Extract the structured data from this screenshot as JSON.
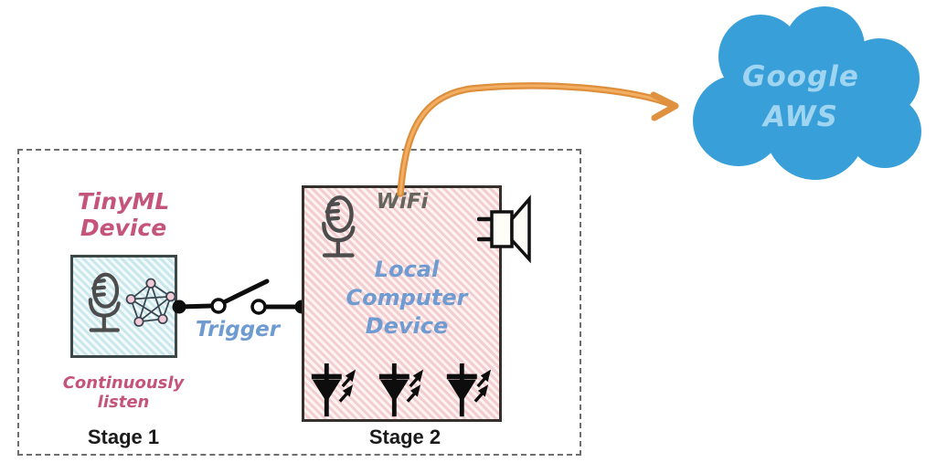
{
  "stage1": {
    "title_line1": "TinyML",
    "title_line2": "Device",
    "caption_line1": "Continuously",
    "caption_line2": "listen",
    "stage_label": "Stage 1"
  },
  "trigger": {
    "label": "Trigger"
  },
  "stage2": {
    "wifi_label": "WiFi",
    "title_line1": "Local",
    "title_line2": "Computer",
    "title_line3": "Device",
    "stage_label": "Stage 2"
  },
  "cloud": {
    "line1": "Google",
    "line2": "AWS"
  },
  "colors": {
    "cloud_fill": "#389FD9",
    "cloud_text": "#9FD5F1",
    "rose_text": "#C4547A",
    "blue_text": "#6F9BD1",
    "wifi_text": "#66655E",
    "stage_text": "#1B1B1B",
    "arrow_orange": "#E29040",
    "teal_box_hatch": "#C9E7EC",
    "pink_box_hatch": "#F3CED1",
    "icon_stroke": "#4D4D4D",
    "led_black": "#0D0D0D"
  },
  "icons": [
    "microphone-icon",
    "neural-network-icon",
    "trigger-switch-icon",
    "speaker-icon",
    "led-icon",
    "cloud-shape",
    "curved-arrow-icon"
  ]
}
